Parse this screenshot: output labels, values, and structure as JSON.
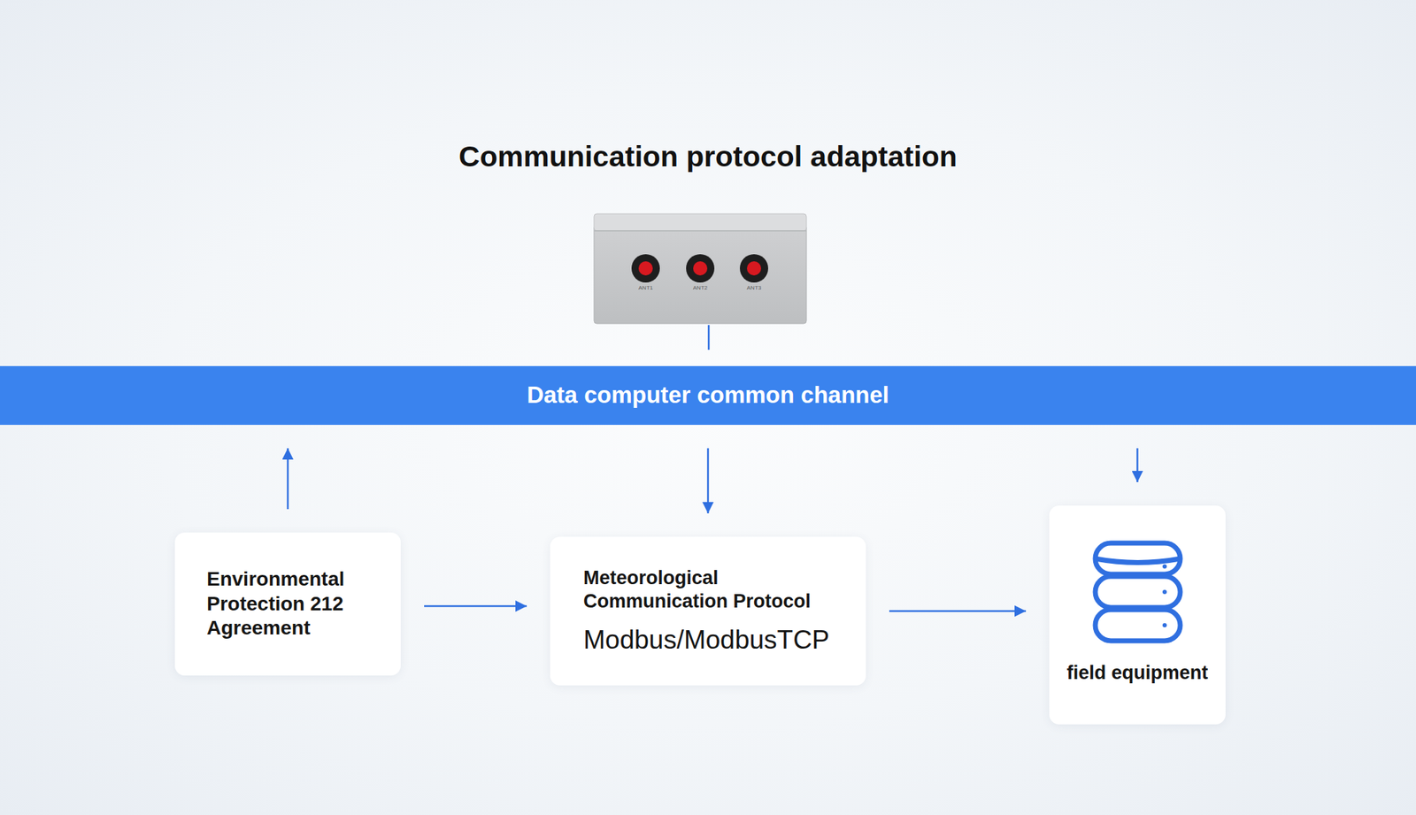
{
  "diagram": {
    "title": "Communication protocol adaptation",
    "nodes": [
      {
        "text": [
          "Data computer common channel"
        ]
      },
      {
        "text": [
          "Environmental Protection 212 Agreement"
        ]
      },
      {
        "text": [
          "Meteorological Communication Protocol",
          "Modbus/ModbusTCP"
        ]
      },
      {
        "text": [
          "field equipment"
        ]
      }
    ],
    "edges": [
      {
        "from": 1,
        "to": 0,
        "arrow": "to"
      },
      {
        "from": 0,
        "to": 2,
        "arrow": "to"
      },
      {
        "from": 0,
        "to": 3,
        "arrow": "to"
      },
      {
        "from": 1,
        "to": 2,
        "arrow": "to"
      },
      {
        "from": 2,
        "to": 3,
        "arrow": "to"
      }
    ],
    "labels": [
      "ANT1",
      "ANT2",
      "ANT3"
    ]
  }
}
